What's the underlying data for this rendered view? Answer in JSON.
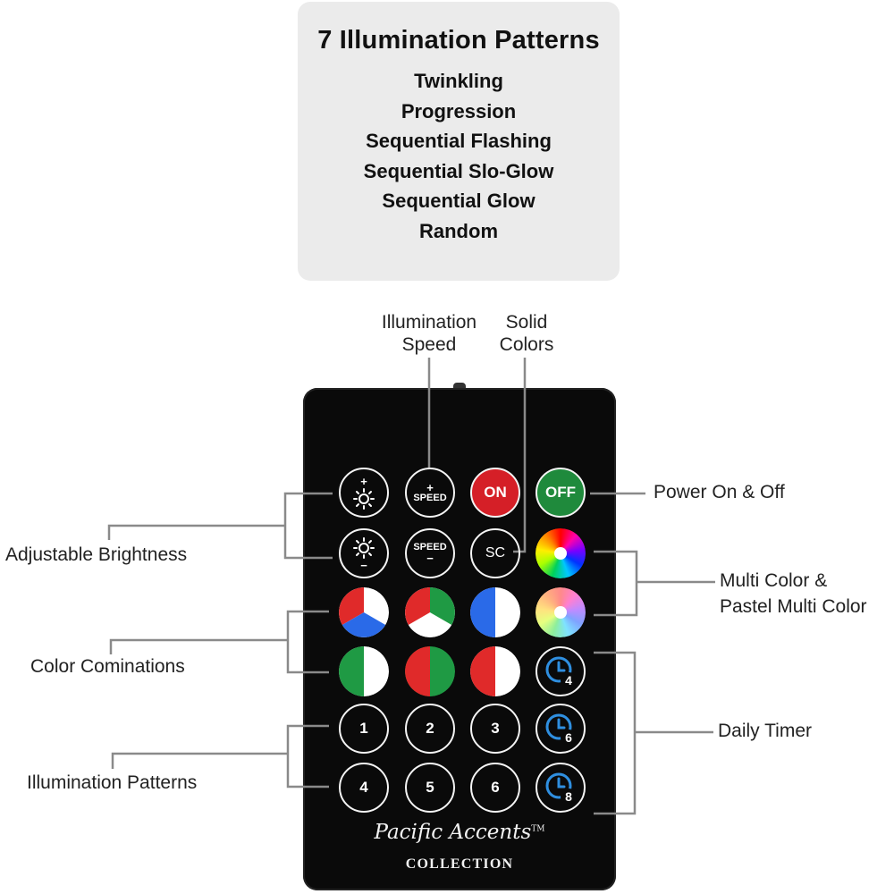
{
  "patterns_panel": {
    "title": "7 Illumination Patterns",
    "items": [
      "Twinkling",
      "Progression",
      "Sequential Flashing",
      "Sequential Slo-Glow",
      "Sequential Glow",
      "Random"
    ]
  },
  "callouts": {
    "speed_line1": "Illumination",
    "speed_line2": "Speed",
    "solid_line1": "Solid",
    "solid_line2": "Colors",
    "power": "Power On & Off",
    "brightness": "Adjustable Brightness",
    "multi_line1": "Multi Color &",
    "multi_line2": "Pastel Multi Color",
    "combinations": "Color Cominations",
    "timer": "Daily Timer",
    "patterns": "Illumination Patterns"
  },
  "remote": {
    "plus": "+",
    "minus": "−",
    "speed": "SPEED",
    "on": "ON",
    "off": "OFF",
    "sc": "SC",
    "n1": "1",
    "n2": "2",
    "n3": "3",
    "n4": "4",
    "n5": "5",
    "n6": "6",
    "t4": "4",
    "t6": "6",
    "t8": "8",
    "brand": "Pacific Accents",
    "tm": "TM",
    "collection": "COLLECTION"
  },
  "colors": {
    "remote_body": "#0a0a0a",
    "on_red": "#d51f27",
    "off_green": "#1f8a3c",
    "clock_blue": "#2f8fe0",
    "panel_bg": "#ebebeb"
  }
}
